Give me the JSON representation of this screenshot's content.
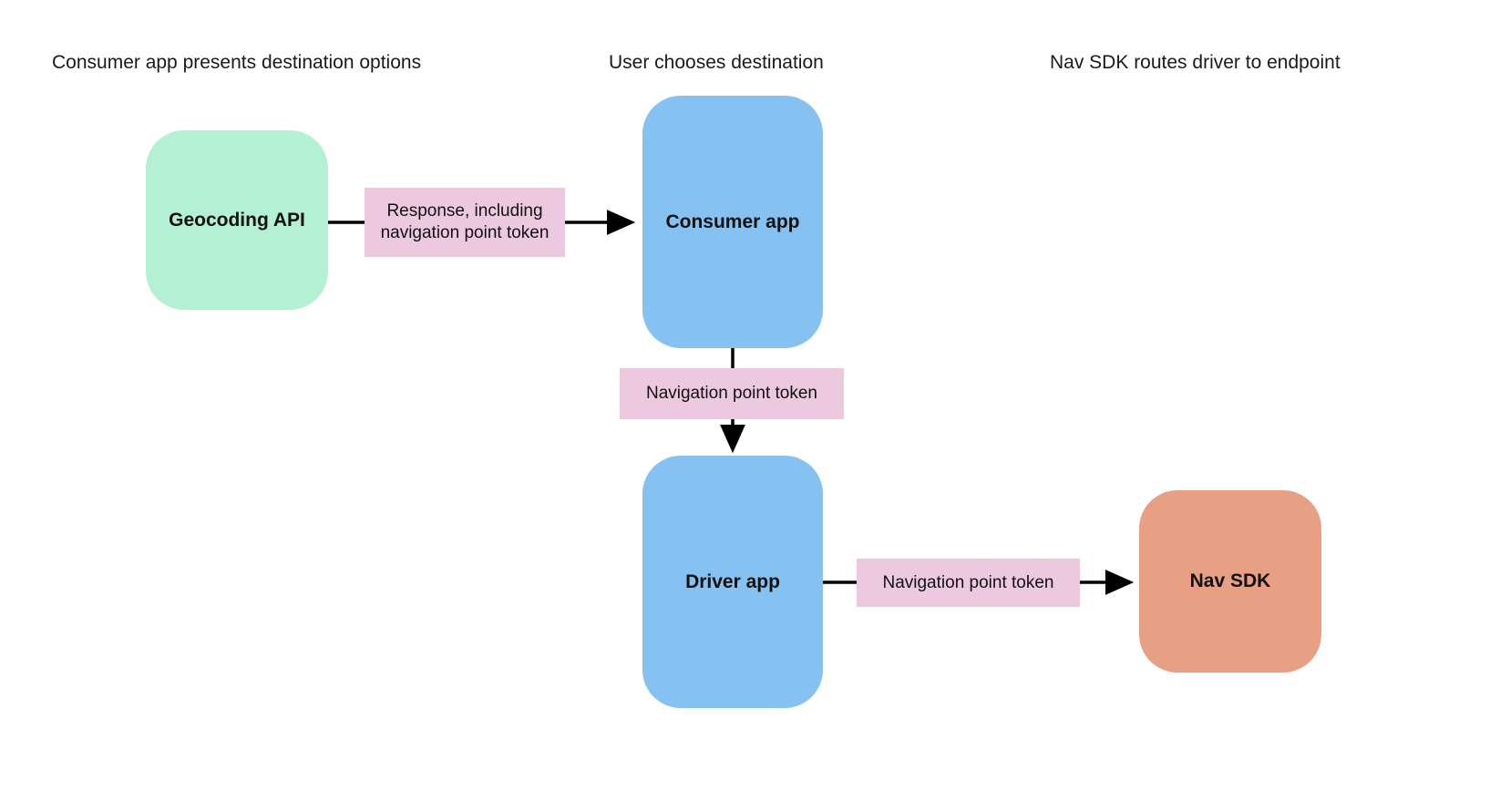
{
  "diagram": {
    "headers": [
      {
        "label": "Consumer app presents destination options"
      },
      {
        "label": "User chooses destination"
      },
      {
        "label": "Nav SDK routes driver to endpoint"
      }
    ],
    "nodes": [
      {
        "id": "geocoding-api",
        "label": "Geocoding API",
        "color": "#b4f0d4"
      },
      {
        "id": "consumer-app",
        "label": "Consumer app",
        "color": "#85c2f1"
      },
      {
        "id": "driver-app",
        "label": "Driver app",
        "color": "#85c2f1"
      },
      {
        "id": "nav-sdk",
        "label": "Nav SDK",
        "color": "#e7a083"
      }
    ],
    "edge_labels": [
      {
        "id": "response-token",
        "label": "Response, including navigation point token"
      },
      {
        "id": "nav-point-token-1",
        "label": "Navigation point token"
      },
      {
        "id": "nav-point-token-2",
        "label": "Navigation point token"
      }
    ],
    "edges": [
      {
        "from": "geocoding-api",
        "to": "consumer-app",
        "label": "Response, including navigation point token"
      },
      {
        "from": "consumer-app",
        "to": "driver-app",
        "label": "Navigation point token"
      },
      {
        "from": "driver-app",
        "to": "nav-sdk",
        "label": "Navigation point token"
      }
    ],
    "colors": {
      "edge_label_bg": "#ecc9de",
      "arrow": "#000000",
      "background": "#ffffff"
    }
  }
}
